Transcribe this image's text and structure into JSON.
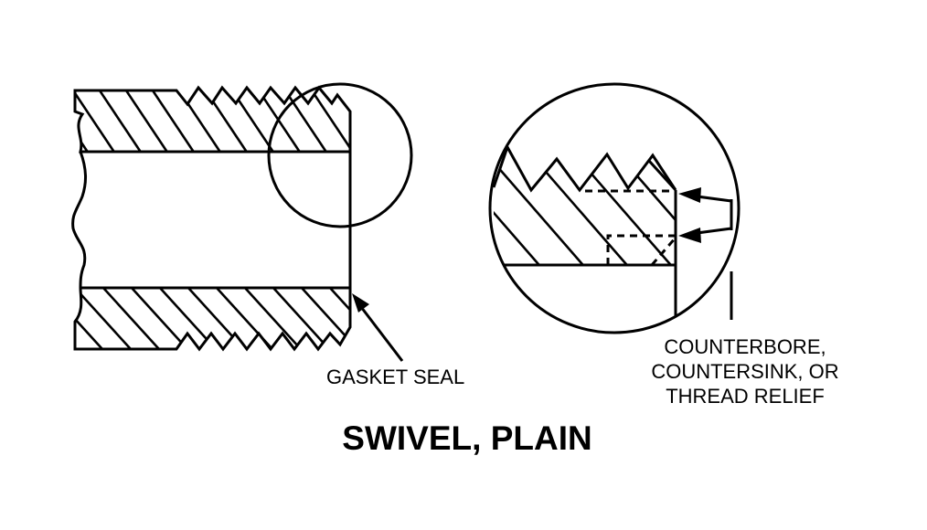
{
  "title": "SWIVEL, PLAIN",
  "labels": {
    "gasket_seal": "GASKET SEAL",
    "counterbore_lines": [
      "COUNTERBORE,",
      "COUNTERSINK, OR",
      "THREAD RELIEF"
    ]
  }
}
